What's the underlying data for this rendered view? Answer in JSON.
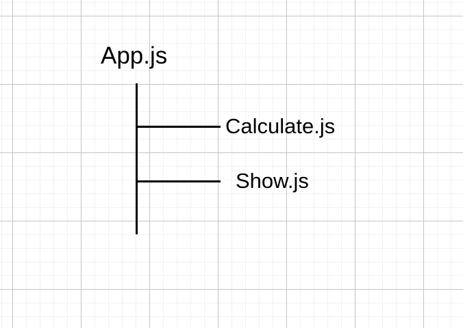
{
  "diagram": {
    "type": "file-dependency-tree",
    "root": {
      "label": "App.js"
    },
    "children": [
      {
        "label": "Calculate.js"
      },
      {
        "label": "Show.js"
      }
    ],
    "colors": {
      "line": "#000000",
      "text": "#000000",
      "canvas_background": "#ffffff",
      "grid_minor": "#f2f2f2",
      "grid_major": "#c4c4c4"
    }
  }
}
